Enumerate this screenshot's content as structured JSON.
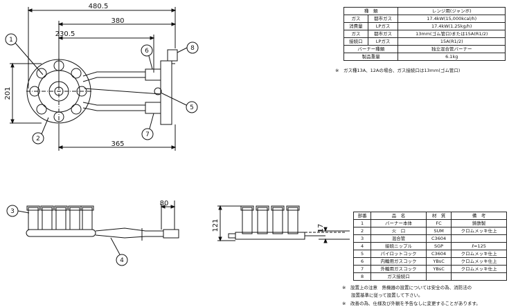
{
  "dimensions": {
    "overall_length": "480.5",
    "burner_to_inlet": "380",
    "to_cock": "230.5",
    "height": "201",
    "bottom_length": "365",
    "side_length": "80",
    "side_height": "121",
    "nozzle": "17"
  },
  "balloons": [
    "1",
    "2",
    "3",
    "4",
    "5",
    "6",
    "7",
    "8"
  ],
  "spec_table": {
    "header": [
      "種　類",
      "レンジ用(ジャンボ)"
    ],
    "rows": [
      {
        "group": "ガス",
        "sub": "都市ガス",
        "value": "17.4kW(15,000kcal/h)"
      },
      {
        "group": "消費量",
        "sub": "LPガス",
        "value": "17.4kW(1.25kg/h)"
      },
      {
        "group": "ガス",
        "sub": "都市ガス",
        "value": "13mm(ゴム管口)または15A(R1/2)"
      },
      {
        "group": "接続口",
        "sub": "LPガス",
        "value": "15A(R1/2)"
      }
    ],
    "burner_type_label": "バーナー種類",
    "burner_type": "独立混合管バーナー",
    "weight_label": "製品重量",
    "weight": "6.1kg"
  },
  "spec_note": "※　ガス種13A、12Aの場合、ガス接続口は13mm(ゴム管口)",
  "parts_table": {
    "header": [
      "部番",
      "品　名",
      "材　質",
      "備　考"
    ],
    "rows": [
      [
        "1",
        "バーナー本体",
        "FC",
        "鋳鉄製"
      ],
      [
        "2",
        "火　口",
        "SUM",
        "クロムメッキ仕上"
      ],
      [
        "3",
        "混合管",
        "C3604",
        ""
      ],
      [
        "4",
        "接続ニップル",
        "SGP",
        "ℓ=125"
      ],
      [
        "5",
        "パイロットコック",
        "C3604",
        "クロムメッキ仕上"
      ],
      [
        "6",
        "内輪用ガスコック",
        "YBsC",
        "クロムメッキ仕上"
      ],
      [
        "7",
        "外輪用ガスコック",
        "YBsC",
        "クロムメッキ仕上"
      ],
      [
        "8",
        "ガス接続口",
        "",
        ""
      ]
    ]
  },
  "notes": [
    "※　設置上の注意　熱機器の設置については安全の為、消防法の",
    "　　設置基準に従って設置して下さい。",
    "※　改善の為、仕様及び外観を予告なしに変更することがあります。"
  ]
}
